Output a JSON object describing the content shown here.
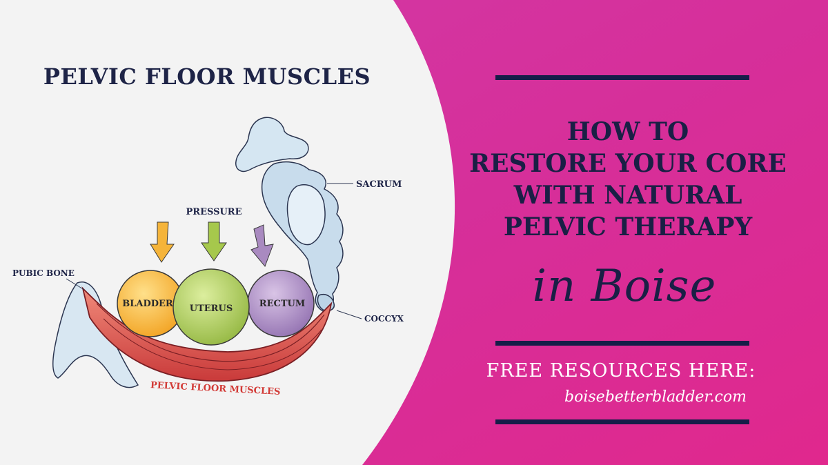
{
  "diagram": {
    "title": "PELVIC FLOOR MUSCLES",
    "labels": {
      "pressure": "PRESSURE",
      "sacrum": "SACRUM",
      "pubic_bone": "PUBIC BONE",
      "coccyx": "COCCYX",
      "muscles": "PELVIC FLOOR MUSCLES"
    },
    "organs": [
      {
        "name": "BLADDER",
        "color": "#f6b136"
      },
      {
        "name": "UTERUS",
        "color": "#a8c85a"
      },
      {
        "name": "RECTUM",
        "color": "#a987c1"
      }
    ],
    "arrows": [
      {
        "color": "#f5b43a"
      },
      {
        "color": "#a6c84c"
      },
      {
        "color": "#a98ac0"
      }
    ]
  },
  "promo": {
    "headline": [
      "HOW TO",
      "RESTORE YOUR CORE",
      "WITH NATURAL",
      "PELVIC THERAPY"
    ],
    "script_text": "in Boise",
    "cta": "FREE RESOURCES HERE:",
    "website": "boisebetterbladder.com"
  },
  "colors": {
    "magenta": "#d62f9a",
    "navy": "#1a1f45",
    "panel": "#f3f3f3",
    "muscle": "#d94a48"
  }
}
